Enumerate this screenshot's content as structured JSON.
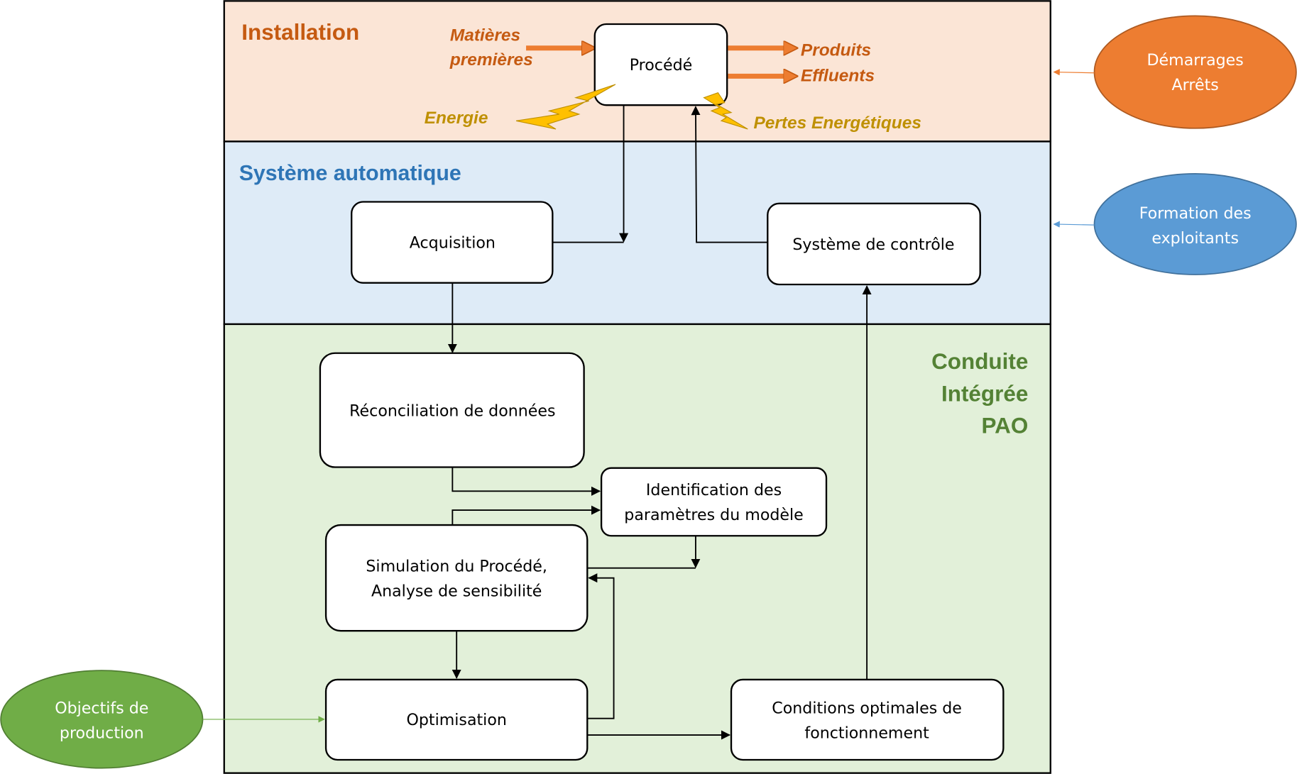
{
  "colors": {
    "installation_fill": "#FBE5D6",
    "installation_title": "#C55A11",
    "automatique_fill": "#DEEBF7",
    "automatique_title": "#2E75B6",
    "conduite_fill": "#E2F0D9",
    "conduite_title": "#548235",
    "flow_orange": "#ED7D31",
    "flow_label_orange": "#C55A11",
    "energy_yellow": "#FFC000",
    "energy_label": "#BF9000",
    "ellipse_orange": "#ED7D31",
    "ellipse_blue": "#5B9BD5",
    "ellipse_green": "#70AD47"
  },
  "lanes": {
    "installation": {
      "title": "Installation"
    },
    "automatique": {
      "title": "Système automatique"
    },
    "conduite": {
      "title_lines": [
        "Conduite",
        "Intégrée",
        "PAO"
      ]
    }
  },
  "installation": {
    "process_box": "Procédé",
    "inputs": {
      "matieres_line1": "Matières",
      "matieres_line2": "premières",
      "energie": "Energie"
    },
    "outputs": {
      "produits": "Produits",
      "effluents": "Effluents",
      "pertes": "Pertes Energétiques"
    }
  },
  "automatique": {
    "acquisition": "Acquisition",
    "controle": "Système de contrôle"
  },
  "conduite": {
    "reconciliation": "Réconciliation de données",
    "identification": [
      "Identification des",
      "paramètres du modèle"
    ],
    "simulation": [
      "Simulation du Procédé,",
      "Analyse de sensibilité"
    ],
    "optimisation": "Optimisation",
    "conditions": [
      "Conditions optimales de",
      "fonctionnement"
    ]
  },
  "external": {
    "demarrages": [
      "Démarrages",
      "Arrêts"
    ],
    "formation": [
      "Formation des",
      "exploitants"
    ],
    "objectifs": [
      "Objectifs de",
      "production"
    ]
  }
}
